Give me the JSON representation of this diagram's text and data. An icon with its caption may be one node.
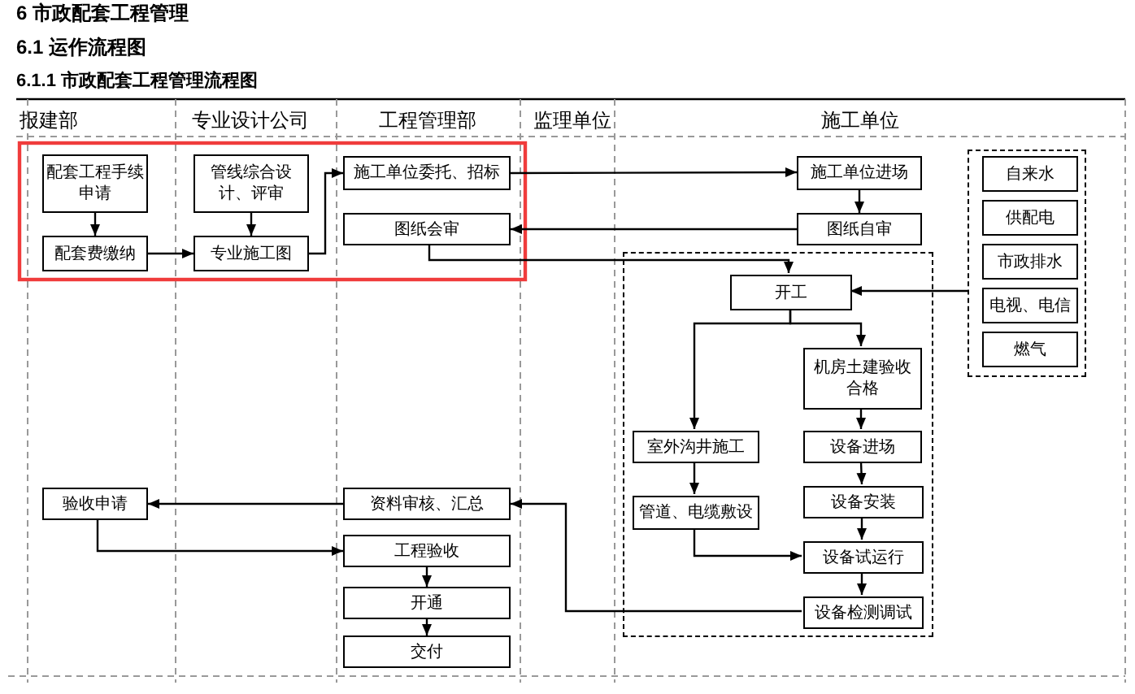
{
  "diagram": {
    "title": "6 市政配套工程管理",
    "nodes": [
      {
        "text": [
          "配套工程手续申请"
        ]
      },
      {
        "text": [
          "管线综合设计、评审"
        ]
      },
      {
        "text": [
          "施工单位委托、招标"
        ]
      },
      {
        "text": [
          "施工单位进场"
        ]
      },
      {
        "text": [],
        "shape": "box"
      },
      {
        "text": [
          "自来水"
        ],
        "in": 4
      },
      {
        "text": [
          "供配电"
        ],
        "in": 4
      },
      {
        "text": [
          "市政排水"
        ],
        "in": 4
      },
      {
        "text": [
          "电视、电信"
        ],
        "in": 4
      },
      {
        "text": [
          "燃气"
        ],
        "in": 4
      },
      {
        "text": [
          "配套费缴纳"
        ]
      },
      {
        "text": [
          "专业施工图"
        ]
      },
      {
        "text": [
          "图纸会审"
        ]
      },
      {
        "text": [
          "图纸自审"
        ]
      },
      {
        "text": [],
        "shape": "box"
      },
      {
        "text": [
          "开工"
        ],
        "in": 14
      },
      {
        "text": [
          "机房土建验收合格"
        ],
        "in": 14
      },
      {
        "text": [
          "室外沟井施工"
        ],
        "in": 14
      },
      {
        "text": [
          "设备进场"
        ],
        "in": 14
      },
      {
        "text": [
          "管道、电缆敷设"
        ],
        "in": 14
      },
      {
        "text": [
          "设备安装"
        ],
        "in": 14
      },
      {
        "text": [
          "设备试运行"
        ],
        "in": 14
      },
      {
        "text": [
          "设备检测调试"
        ],
        "in": 14
      },
      {
        "text": [
          "验收申请"
        ]
      },
      {
        "text": [
          "资料审核、汇总"
        ]
      },
      {
        "text": [
          "工程验收"
        ]
      },
      {
        "text": [
          "开通"
        ]
      },
      {
        "text": [
          "交付"
        ]
      }
    ],
    "edges": [
      {
        "from": 0,
        "to": 10,
        "arrow": "to"
      },
      {
        "from": 1,
        "to": 11,
        "arrow": "to"
      },
      {
        "from": 10,
        "to": 11,
        "arrow": "to"
      },
      {
        "from": 11,
        "to": 2,
        "arrow": "to"
      },
      {
        "from": 2,
        "to": 3,
        "arrow": "to"
      },
      {
        "from": 3,
        "to": 13,
        "arrow": "to"
      },
      {
        "from": 13,
        "to": 12,
        "arrow": "to"
      },
      {
        "from": 12,
        "to": 15,
        "arrow": "to"
      },
      {
        "from": 4,
        "to": 15,
        "arrow": "to"
      },
      {
        "from": 15,
        "to": 16,
        "arrow": "to"
      },
      {
        "from": 15,
        "to": 17,
        "arrow": "to"
      },
      {
        "from": 16,
        "to": 18,
        "arrow": "to"
      },
      {
        "from": 18,
        "to": 20,
        "arrow": "to"
      },
      {
        "from": 20,
        "to": 21,
        "arrow": "to"
      },
      {
        "from": 21,
        "to": 22,
        "arrow": "to"
      },
      {
        "from": 17,
        "to": 19,
        "arrow": "to"
      },
      {
        "from": 19,
        "to": 21,
        "arrow": "to"
      },
      {
        "from": 22,
        "to": 24,
        "arrow": "to"
      },
      {
        "from": 24,
        "to": 23,
        "arrow": "to"
      },
      {
        "from": 23,
        "to": 25,
        "arrow": "to"
      },
      {
        "from": 25,
        "to": 26,
        "arrow": "to"
      },
      {
        "from": 26,
        "to": 27,
        "arrow": "to"
      }
    ],
    "labels": [
      "6.1 运作流程图",
      "6.1.1 市政配套工程管理流程图",
      "报建部",
      "专业设计公司",
      "工程管理部",
      "监理单位",
      "施工单位"
    ]
  }
}
